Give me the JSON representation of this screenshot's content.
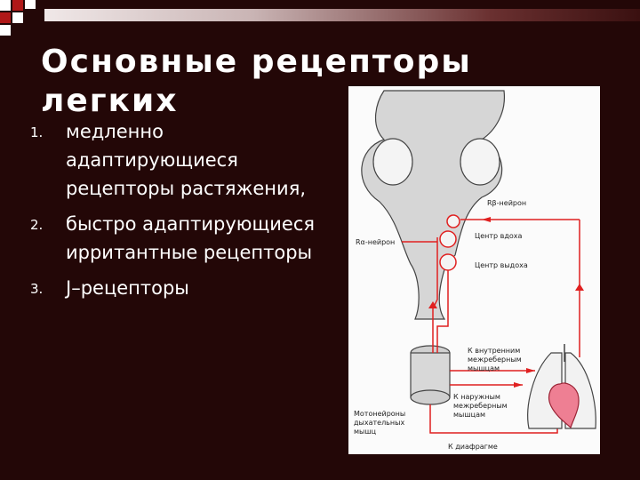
{
  "slide": {
    "title": "Основные рецепторы легких",
    "items": [
      {
        "number": "1.",
        "text": "медленно адаптирующиеся рецепторы растяжения,"
      },
      {
        "number": "2.",
        "text": "быстро адаптирующиеся ирритантные рецепторы"
      },
      {
        "number": "3.",
        "text": "J–рецепторы"
      }
    ]
  },
  "figure": {
    "labels": {
      "rb": "Rβ-нейрон",
      "ra": "Rα-нейрон",
      "inhale": "Центр вдоха",
      "exhale": "Центр выдоха",
      "internal_1": "К внутренним",
      "internal_2": "межреберным",
      "internal_3": "мышцам",
      "external_1": "К наружным",
      "external_2": "межреберным",
      "external_3": "мышцам",
      "moto_1": "Мотонейроны",
      "moto_2": "дыхательных",
      "moto_3": "мышц",
      "diaphragm": "К диафрагме"
    }
  },
  "colors": {
    "background": "#230707",
    "accent": "#b01818",
    "pathway": "#e02020"
  }
}
